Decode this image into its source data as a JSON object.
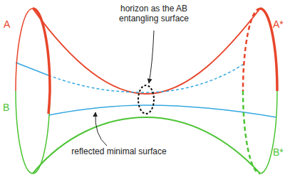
{
  "diagram": {
    "labels": [
      "A",
      "B",
      "A*",
      "B*",
      "horizon as the AB entangling surface",
      "reflected minimal surface"
    ]
  }
}
